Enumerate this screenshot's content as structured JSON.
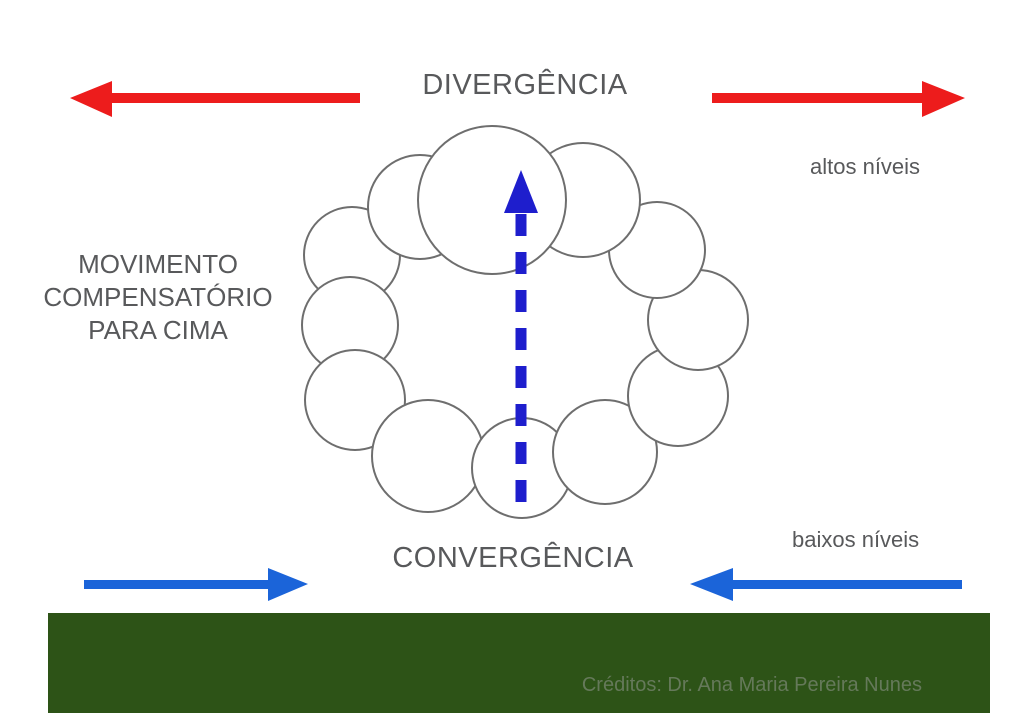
{
  "diagram": {
    "divergence_label": "DIVERGÊNCIA",
    "convergence_label": "CONVERGÊNCIA",
    "compensatory_movement": {
      "line1": "MOVIMENTO",
      "line2": "COMPENSATÓRIO",
      "line3": "PARA CIMA"
    },
    "upper_levels_label": "altos níveis",
    "lower_levels_label": "baixos níveis",
    "credits": "Créditos: Dr. Ana Maria Pereira Nunes"
  },
  "colors": {
    "divergence_arrows": "#ed1c1c",
    "convergence_arrows": "#1b64d9",
    "updraft_arrow": "#1e1ecd",
    "cloud_outline": "#6e6e6e",
    "cloud_fill": "#ffffff",
    "ground": "#2d5317",
    "label_text": "#58595b",
    "credits_text": "#65795a"
  }
}
